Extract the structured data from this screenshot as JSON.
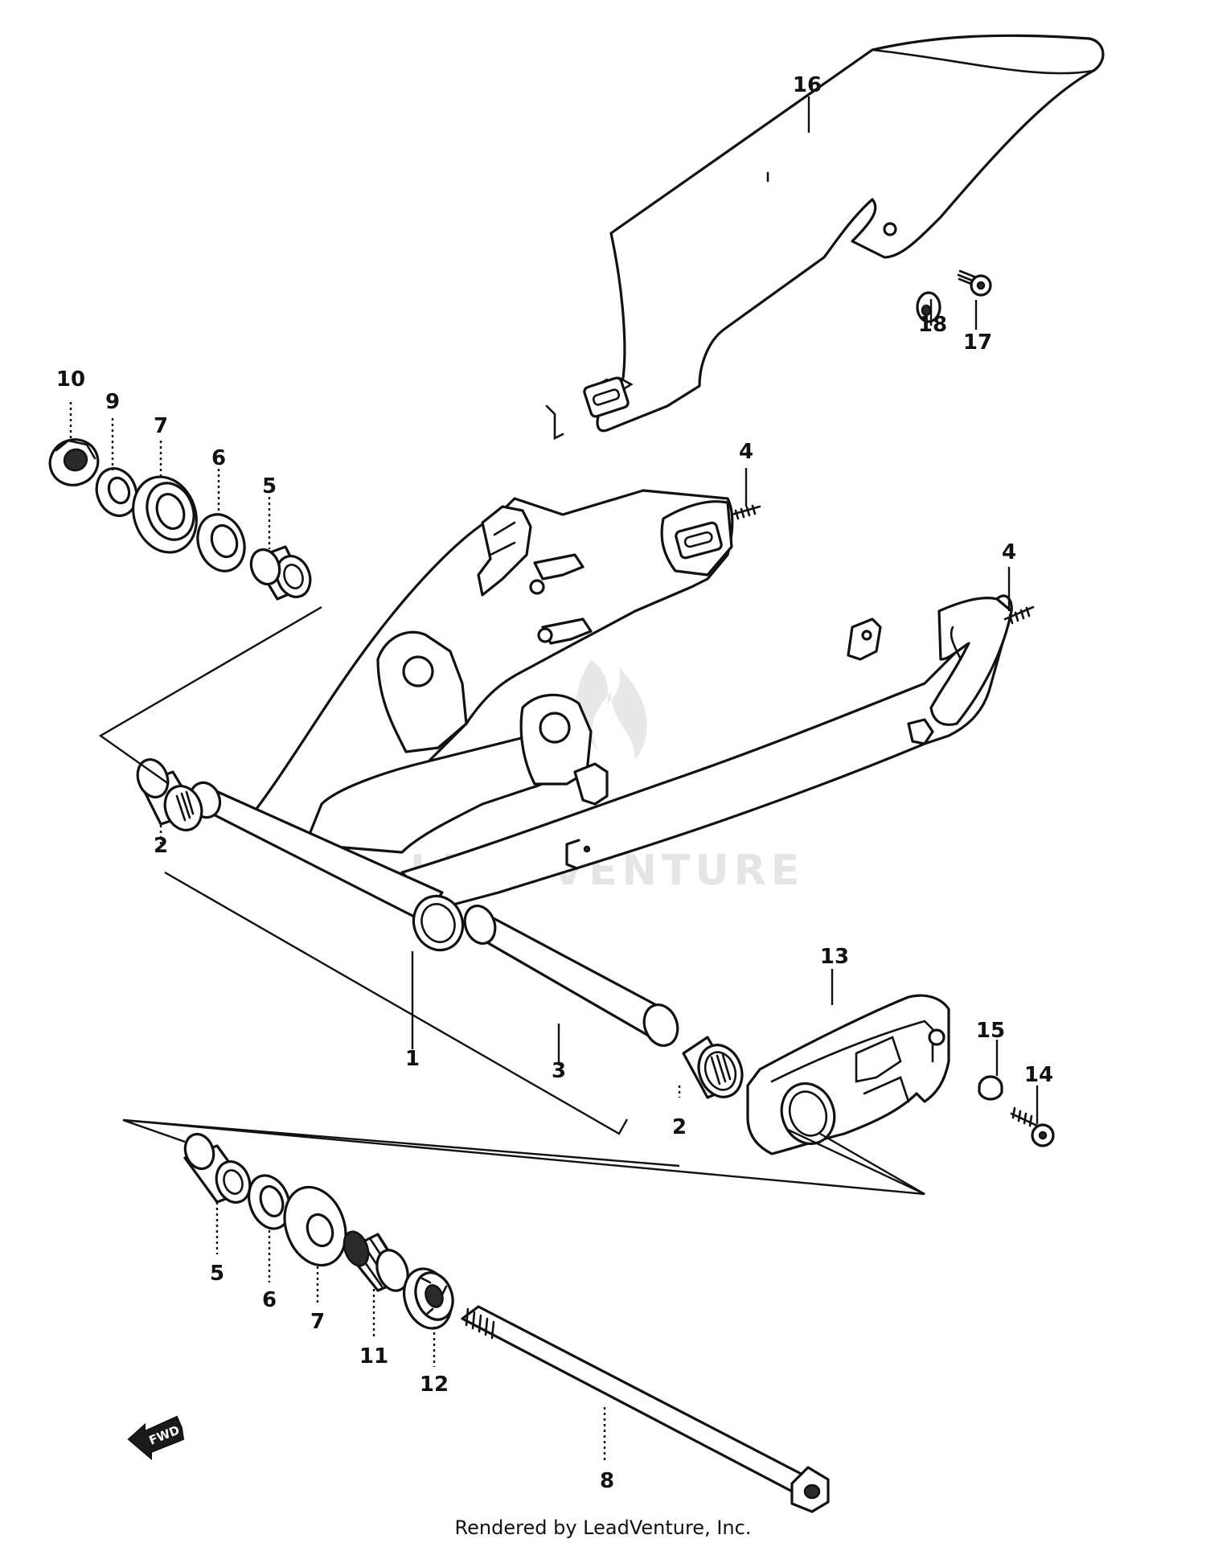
{
  "diagram": {
    "callouts": {
      "c1": "1",
      "c2a": "2",
      "c2b": "2",
      "c3": "3",
      "c4a": "4",
      "c4b": "4",
      "c5a": "5",
      "c5b": "5",
      "c6a": "6",
      "c6b": "6",
      "c7a": "7",
      "c7b": "7",
      "c8": "8",
      "c9": "9",
      "c10": "10",
      "c11": "11",
      "c12": "12",
      "c13": "13",
      "c14": "14",
      "c15": "15",
      "c16": "16",
      "c17": "17",
      "c18": "18"
    },
    "fwd_label": "FWD",
    "watermark": "LEADVENTURE"
  },
  "footer": {
    "text": "Rendered by LeadVenture, Inc."
  }
}
